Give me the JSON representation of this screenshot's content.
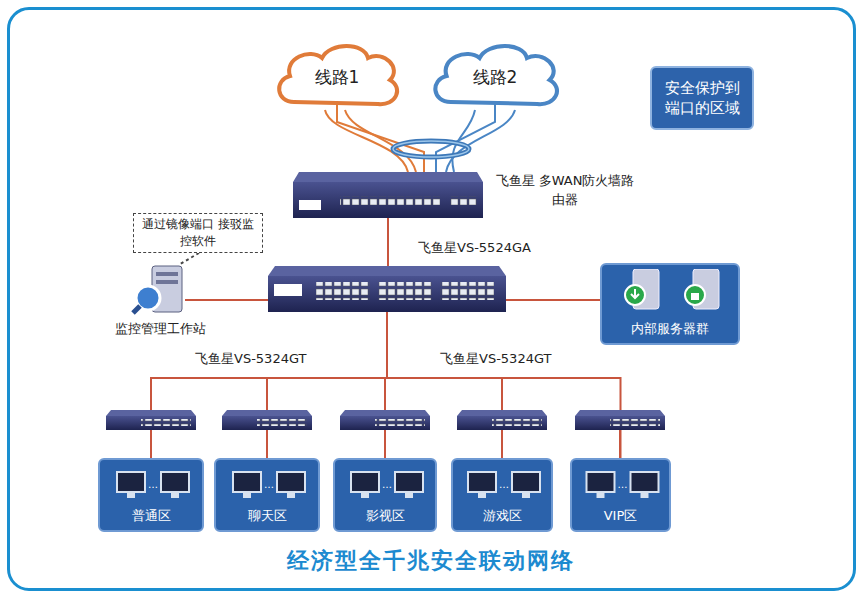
{
  "diagram": {
    "title": "经济型全千兆安全联动网络",
    "nodes": [
      {
        "text": [
          "线路1"
        ]
      },
      {
        "text": [
          "线路2"
        ]
      },
      {
        "text": [
          "安全保护到 端口的区域"
        ]
      },
      {
        "text": [
          "飞鱼星 多WAN防火墙路由器"
        ]
      },
      {
        "text": [
          "通过镜像端口 接驳监控软件"
        ]
      },
      {
        "text": [
          "飞鱼星VS-5524GA"
        ]
      },
      {
        "text": [
          "监控管理工作站"
        ]
      },
      {
        "text": [
          "内部服务器群"
        ]
      },
      {
        "text": [
          "普通区"
        ]
      },
      {
        "text": [
          "聊天区"
        ]
      },
      {
        "text": [
          "影视区"
        ]
      },
      {
        "text": [
          "游戏区"
        ]
      },
      {
        "text": [
          "VIP区"
        ]
      }
    ],
    "edges": [
      {
        "from": 0,
        "to": 3,
        "arrow": "none"
      },
      {
        "from": 1,
        "to": 3,
        "arrow": "none"
      },
      {
        "from": 3,
        "to": 5,
        "arrow": "none"
      },
      {
        "from": 4,
        "to": 6,
        "arrow": "none"
      },
      {
        "from": 5,
        "to": 6,
        "arrow": "none"
      },
      {
        "from": 5,
        "to": 7,
        "arrow": "none"
      },
      {
        "from": 5,
        "to": 8,
        "arrow": "none"
      },
      {
        "from": 5,
        "to": 9,
        "arrow": "none"
      },
      {
        "from": 5,
        "to": 10,
        "arrow": "none"
      },
      {
        "from": 5,
        "to": 11,
        "arrow": "none"
      },
      {
        "from": 5,
        "to": 12,
        "arrow": "none"
      }
    ],
    "labels": [
      "飞鱼星VS-5324GT",
      "飞鱼星VS-5324GT"
    ]
  }
}
